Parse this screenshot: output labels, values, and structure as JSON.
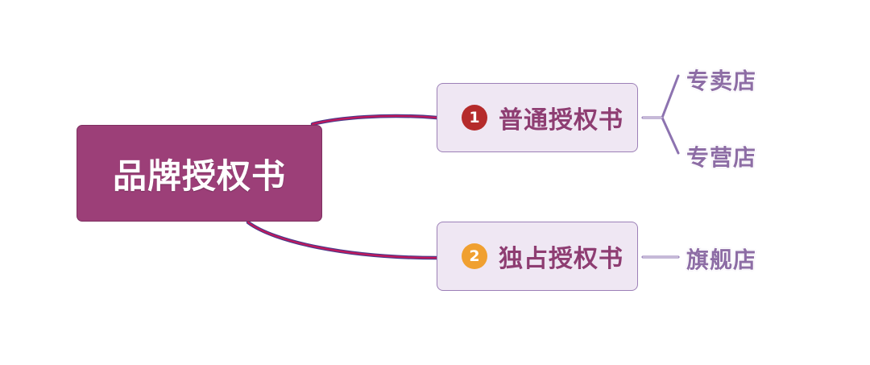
{
  "diagram": {
    "root": {
      "label": "品牌授权书"
    },
    "branches": [
      {
        "number": "1",
        "label": "普通授权书",
        "badge_color": "#b52b2b",
        "children": [
          {
            "label": "专卖店"
          },
          {
            "label": "专营店"
          }
        ]
      },
      {
        "number": "2",
        "label": "独占授权书",
        "badge_color": "#f0a030",
        "children": [
          {
            "label": "旗舰店"
          }
        ]
      }
    ]
  },
  "colors": {
    "root_fill": "#9c3f78",
    "branch_fill": "#efe7f3",
    "branch_border": "#9c80b7",
    "connector_main": "#c2185b",
    "connector_outline": "#4a3a8a",
    "leaf_connector": "#8d73b0"
  }
}
